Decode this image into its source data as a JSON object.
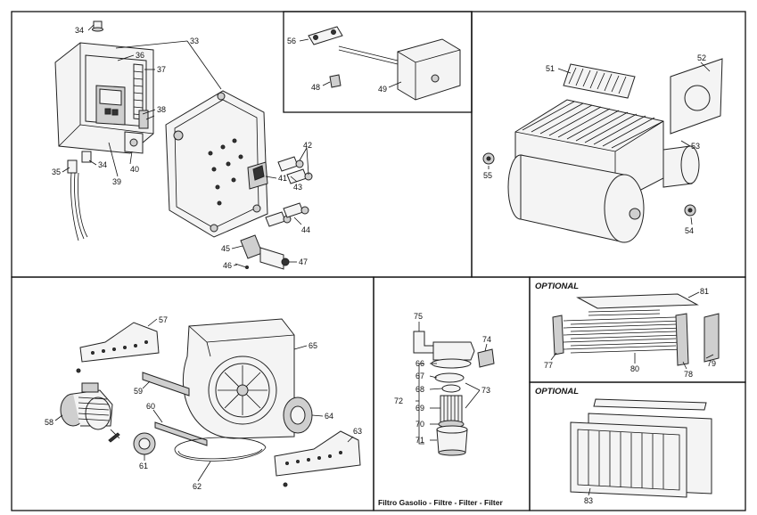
{
  "panels": {
    "electrical": {
      "labels": [
        {
          "id": "p34a",
          "text": "34"
        },
        {
          "id": "p33",
          "text": "33"
        },
        {
          "id": "p36",
          "text": "36"
        },
        {
          "id": "p37",
          "text": "37"
        },
        {
          "id": "p38",
          "text": "38"
        },
        {
          "id": "p34b",
          "text": "34"
        },
        {
          "id": "p35",
          "text": "35"
        },
        {
          "id": "p39",
          "text": "39"
        },
        {
          "id": "p40",
          "text": "40"
        },
        {
          "id": "p42",
          "text": "42"
        },
        {
          "id": "p41",
          "text": "41"
        },
        {
          "id": "p43",
          "text": "43"
        },
        {
          "id": "p44",
          "text": "44"
        },
        {
          "id": "p45",
          "text": "45"
        },
        {
          "id": "p46",
          "text": "46"
        },
        {
          "id": "p47",
          "text": "47"
        }
      ]
    },
    "thermostat": {
      "labels": [
        {
          "id": "p56",
          "text": "56"
        },
        {
          "id": "p48",
          "text": "48"
        },
        {
          "id": "p49",
          "text": "49"
        }
      ]
    },
    "exchanger": {
      "labels": [
        {
          "id": "p51",
          "text": "51"
        },
        {
          "id": "p52",
          "text": "52"
        },
        {
          "id": "p53",
          "text": "53"
        },
        {
          "id": "p55",
          "text": "55"
        },
        {
          "id": "p54",
          "text": "54"
        }
      ]
    },
    "blower": {
      "labels": [
        {
          "id": "p57",
          "text": "57"
        },
        {
          "id": "p65",
          "text": "65"
        },
        {
          "id": "p59",
          "text": "59"
        },
        {
          "id": "p58",
          "text": "58"
        },
        {
          "id": "p60",
          "text": "60"
        },
        {
          "id": "p64",
          "text": "64"
        },
        {
          "id": "p63",
          "text": "63"
        },
        {
          "id": "p61",
          "text": "61"
        },
        {
          "id": "p62",
          "text": "62"
        }
      ]
    },
    "filter": {
      "labels": [
        {
          "id": "p75",
          "text": "75"
        },
        {
          "id": "p74",
          "text": "74"
        },
        {
          "id": "p66",
          "text": "66"
        },
        {
          "id": "p67",
          "text": "67"
        },
        {
          "id": "p68",
          "text": "68"
        },
        {
          "id": "p72",
          "text": "72"
        },
        {
          "id": "p73",
          "text": "73"
        },
        {
          "id": "p69",
          "text": "69"
        },
        {
          "id": "p70",
          "text": "70"
        },
        {
          "id": "p71",
          "text": "71"
        }
      ],
      "caption": "Filtro Gasolio - Filtre - Filter - Filter"
    },
    "optional_coil": {
      "title": "OPTIONAL",
      "labels": [
        {
          "id": "p81",
          "text": "81"
        },
        {
          "id": "p77",
          "text": "77"
        },
        {
          "id": "p80",
          "text": "80"
        },
        {
          "id": "p79",
          "text": "79"
        },
        {
          "id": "p78",
          "text": "78"
        }
      ]
    },
    "optional_filter": {
      "title": "OPTIONAL",
      "labels": [
        {
          "id": "p83",
          "text": "83"
        }
      ]
    }
  }
}
